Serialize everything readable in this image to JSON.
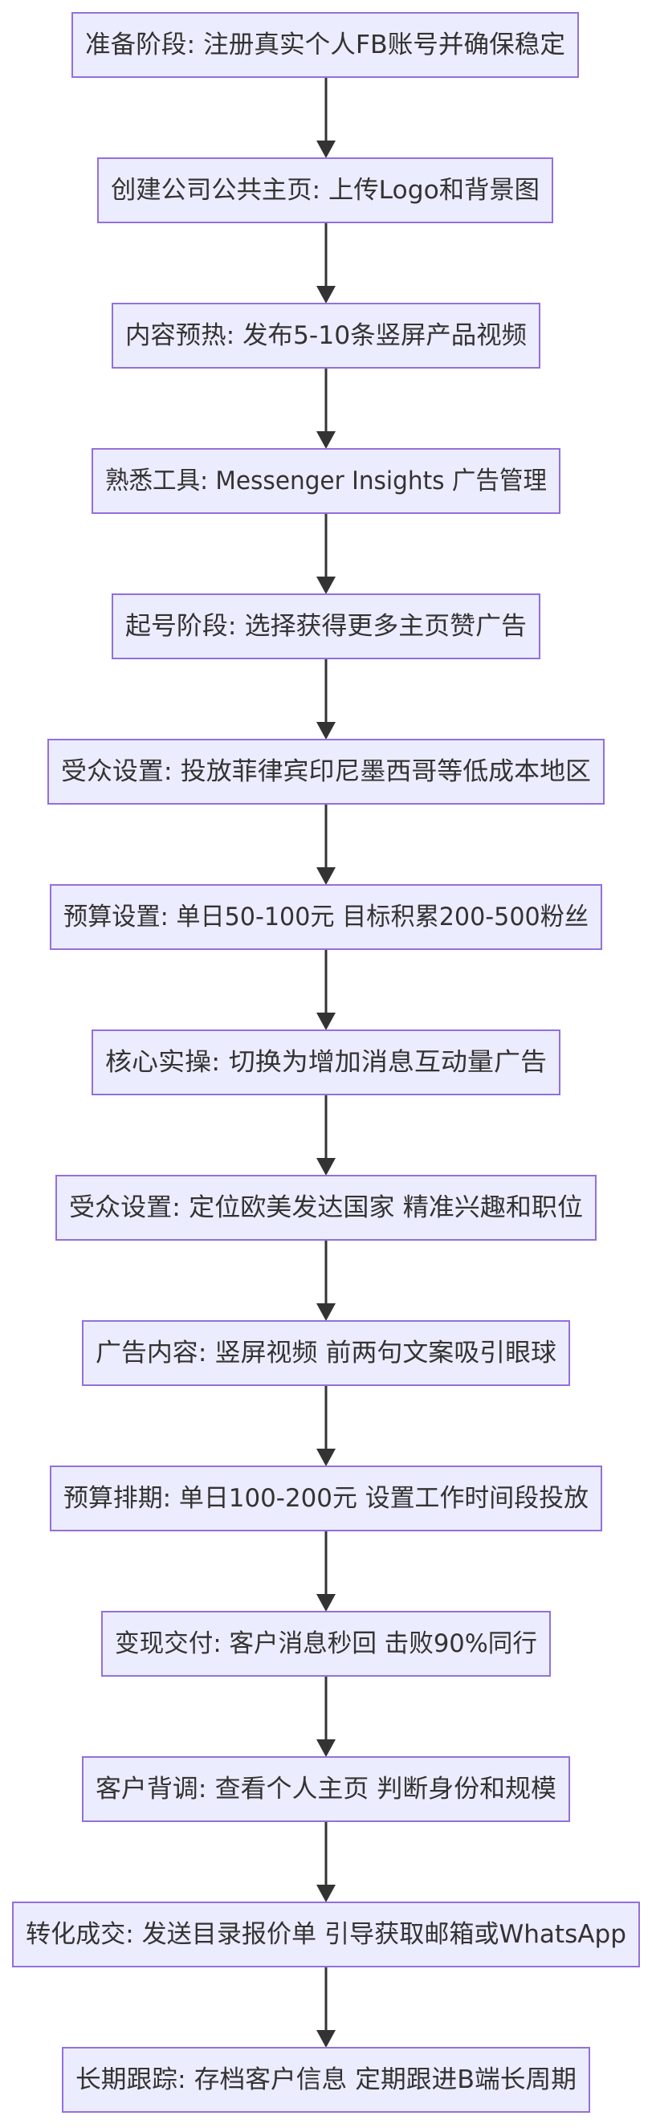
{
  "diagram": {
    "type": "flowchart",
    "direction": "top-to-bottom",
    "colors": {
      "node_fill": "#ececff",
      "node_border": "#9370db",
      "text": "#333333",
      "edge": "#333333"
    },
    "nodes": [
      {
        "id": "n1",
        "label": "准备阶段: 注册真实个人FB账号并确保稳定"
      },
      {
        "id": "n2",
        "label": "创建公司公共主页: 上传Logo和背景图"
      },
      {
        "id": "n3",
        "label": "内容预热: 发布5-10条竖屏产品视频"
      },
      {
        "id": "n4",
        "label": "熟悉工具: Messenger Insights 广告管理"
      },
      {
        "id": "n5",
        "label": "起号阶段: 选择获得更多主页赞广告"
      },
      {
        "id": "n6",
        "label": "受众设置: 投放菲律宾印尼墨西哥等低成本地区"
      },
      {
        "id": "n7",
        "label": "预算设置: 单日50-100元 目标积累200-500粉丝"
      },
      {
        "id": "n8",
        "label": "核心实操: 切换为增加消息互动量广告"
      },
      {
        "id": "n9",
        "label": "受众设置: 定位欧美发达国家 精准兴趣和职位"
      },
      {
        "id": "n10",
        "label": "广告内容: 竖屏视频 前两句文案吸引眼球"
      },
      {
        "id": "n11",
        "label": "预算排期: 单日100-200元 设置工作时间段投放"
      },
      {
        "id": "n12",
        "label": "变现交付: 客户消息秒回 击败90%同行"
      },
      {
        "id": "n13",
        "label": "客户背调: 查看个人主页 判断身份和规模"
      },
      {
        "id": "n14",
        "label": "转化成交: 发送目录报价单 引导获取邮箱或WhatsApp"
      },
      {
        "id": "n15",
        "label": "长期跟踪: 存档客户信息 定期跟进B端长周期"
      }
    ],
    "edges": [
      {
        "from": "n1",
        "to": "n2"
      },
      {
        "from": "n2",
        "to": "n3"
      },
      {
        "from": "n3",
        "to": "n4"
      },
      {
        "from": "n4",
        "to": "n5"
      },
      {
        "from": "n5",
        "to": "n6"
      },
      {
        "from": "n6",
        "to": "n7"
      },
      {
        "from": "n7",
        "to": "n8"
      },
      {
        "from": "n8",
        "to": "n9"
      },
      {
        "from": "n9",
        "to": "n10"
      },
      {
        "from": "n10",
        "to": "n11"
      },
      {
        "from": "n11",
        "to": "n12"
      },
      {
        "from": "n12",
        "to": "n13"
      },
      {
        "from": "n13",
        "to": "n14"
      },
      {
        "from": "n14",
        "to": "n15"
      }
    ]
  }
}
